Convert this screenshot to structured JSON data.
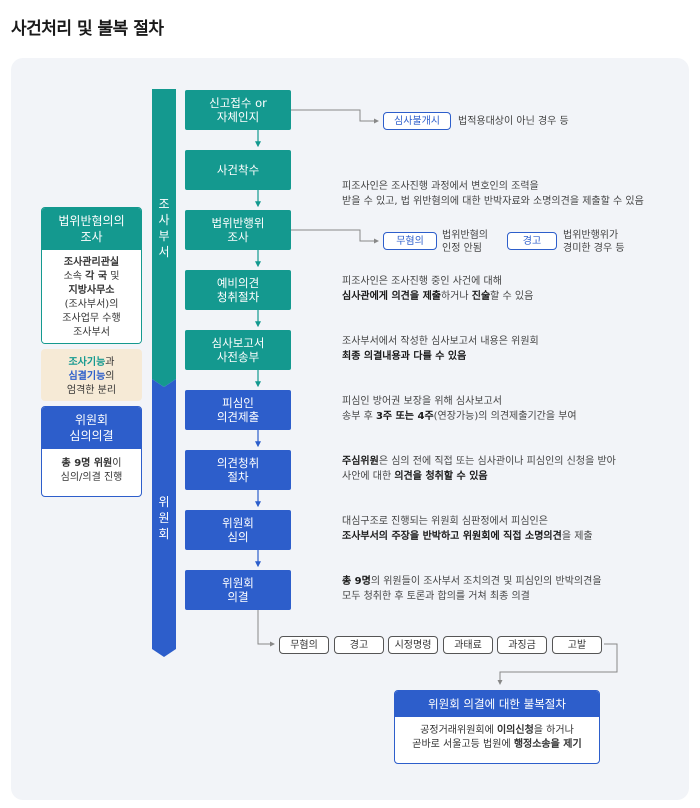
{
  "title": "사건처리 및 불복 절차",
  "left": {
    "box1": {
      "head": "법위반혐의의 조사",
      "body": [
        {
          "b": "조사관리관실",
          "t": ""
        },
        {
          "b": "",
          "t": "소속 "
        },
        {
          "b": "각 국",
          "t": ""
        },
        {
          "b": "",
          "t": " 및"
        },
        {
          "b": "지방사무소",
          "t": ""
        },
        {
          "b": "",
          "t": "(조사부서)의"
        },
        {
          "b": "",
          "t": "조사업무 수행"
        },
        {
          "b": "",
          "t": "조사부서"
        }
      ],
      "body_lines": [
        "조사관리관실",
        "소속 각 국 및",
        "지방사무소",
        "(조사부서)의",
        "조사업무 수행",
        "조사부서"
      ]
    },
    "separation": {
      "a": "조사기능",
      "and": "과",
      "b": "심결기능",
      "of": "의",
      "tail": "엄격한 분리"
    },
    "box2": {
      "head": "위원회 심의의결",
      "body_bold": "총 9명 위원",
      "body_tail": "이",
      "body_line2": "심의/의결 진행"
    }
  },
  "bands": {
    "investigation": "조사부서",
    "committee": "위원회"
  },
  "steps": [
    {
      "lines": [
        "신고접수 or",
        "자체인지"
      ]
    },
    {
      "lines": [
        "사건착수"
      ]
    },
    {
      "lines": [
        "법위반행위",
        "조사"
      ]
    },
    {
      "lines": [
        "예비의견",
        "청취절차"
      ]
    },
    {
      "lines": [
        "심사보고서",
        "사전송부"
      ]
    },
    {
      "lines": [
        "피심인",
        "의견제출"
      ]
    },
    {
      "lines": [
        "의견청취",
        "절차"
      ]
    },
    {
      "lines": [
        "위원회",
        "심의"
      ]
    },
    {
      "lines": [
        "위원회",
        "의결"
      ]
    }
  ],
  "branch1": {
    "pill": "심사불개시",
    "note": "법적용대상이 아닌 경우 등"
  },
  "branch3": {
    "pill_a": "무혐의",
    "note_a": [
      "법위반혐의",
      "인정 안됨"
    ],
    "pill_b": "경고",
    "note_b": [
      "법위반행위가",
      "경미한 경우 등"
    ]
  },
  "descs": {
    "d2": {
      "l1": "피조사인은 조사진행 과정에서 변호인의 조력을",
      "l2": "받을 수 있고, 법 위반혐의에 대한 반박자료와 소명의견을 제출할 수 있음"
    },
    "d4": {
      "l1": "피조사인은 조사진행 중인 사건에 대해",
      "l2a": "심사관에게 의견을 제출",
      "l2b": "하거나 ",
      "l2c": "진술",
      "l2d": "할 수 있음"
    },
    "d5": {
      "l1": "조사부서에서 작성한 심사보고서 내용은 위원회",
      "l2": "최종 의결내용과 다를 수 있음"
    },
    "d6": {
      "l1": "피심인 방어권 보장을 위해 심사보고서",
      "l2a": "송부 후 ",
      "l2b": "3주 또는 4주",
      "l2c": "(연장가능)의 의견제출기간을 부여"
    },
    "d7": {
      "l1a": "주심위원",
      "l1b": "은 심의 전에 직접 또는 심사관이나 피심인의 신청을 받아",
      "l2a": "사안에 대한 ",
      "l2b": "의견을 청취할 수 있음"
    },
    "d8": {
      "l1": "대심구조로 진행되는 위원회 심판정에서 피심인은",
      "l2a": "조사부서의 주장을 반박하고 위원회에 직접 소명의견",
      "l2b": "을 제출"
    },
    "d9": {
      "l1a": "총 9명",
      "l1b": "의 위원들이 조사부서 조치의견 및 피심인의 반박의견을",
      "l2": "모두 청취한 후 토론과 합의를 거쳐 최종 의결"
    }
  },
  "outcomes": [
    "무혐의",
    "경고",
    "시정명령",
    "과태료",
    "과징금",
    "고발"
  ],
  "appeal": {
    "head": "위원회 의결에 대한 불복절차",
    "l1a": "공정거래위원회에 ",
    "l1b": "이의신청",
    "l1c": "을 하거나",
    "l2a": "곧바로 서울고등 법원에 ",
    "l2b": "행정소송을 제기"
  },
  "colors": {
    "teal": "#14998f",
    "blue": "#2d5ecb",
    "panel": "#f2f4f8",
    "separation_bg": "#f6ead6"
  }
}
